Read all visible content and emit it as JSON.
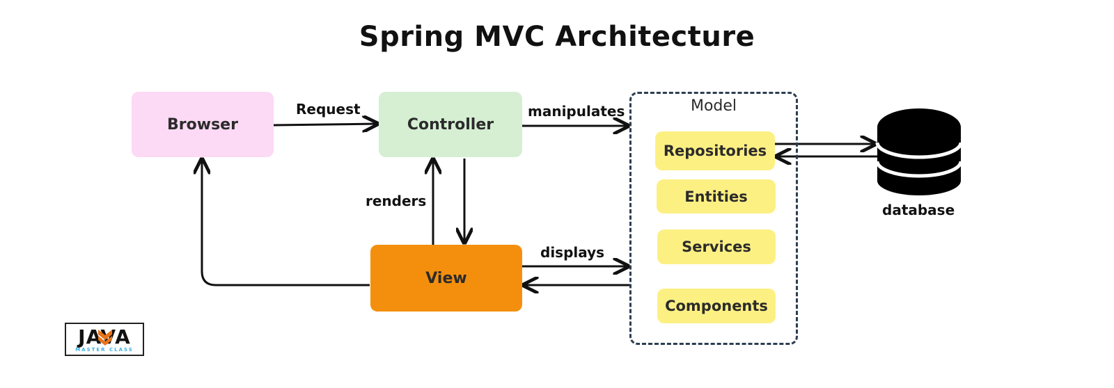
{
  "title": "Spring MVC Architecture",
  "nodes": {
    "browser": {
      "label": "Browser"
    },
    "controller": {
      "label": "Controller"
    },
    "view": {
      "label": "View"
    },
    "model": {
      "title": "Model",
      "items": [
        {
          "label": "Repositories"
        },
        {
          "label": "Entities"
        },
        {
          "label": "Services"
        },
        {
          "label": "Components"
        }
      ]
    },
    "database": {
      "label": "database"
    }
  },
  "edges": {
    "request": "Request",
    "manipulates": "manipulates",
    "renders": "renders",
    "displays": "displays"
  },
  "logo": {
    "main": "JAVA",
    "sub": "MASTER CLASS"
  },
  "colors": {
    "browser": "#fcd9f4",
    "controller": "#d6efd3",
    "view": "#f48f0d",
    "model_item": "#fdf083",
    "model_border": "#2b3e52",
    "arrow": "#111111",
    "logo_accent": "#e8741a"
  }
}
